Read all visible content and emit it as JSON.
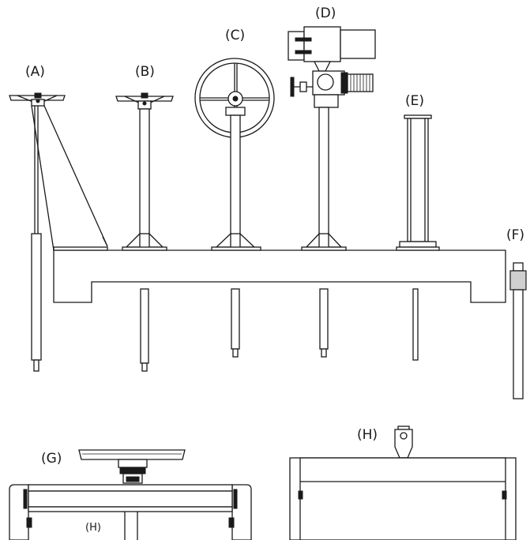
{
  "labels": {
    "A": "(A)",
    "B": "(B)",
    "C": "(C)",
    "D": "(D)",
    "E": "(E)",
    "F": "(F)",
    "G": "(G)",
    "H_top": "(H)",
    "H_inner": "(H)"
  },
  "colors": {
    "line": "#1a1a1a",
    "background": "#ffffff",
    "shade": "#cfcfcf"
  }
}
